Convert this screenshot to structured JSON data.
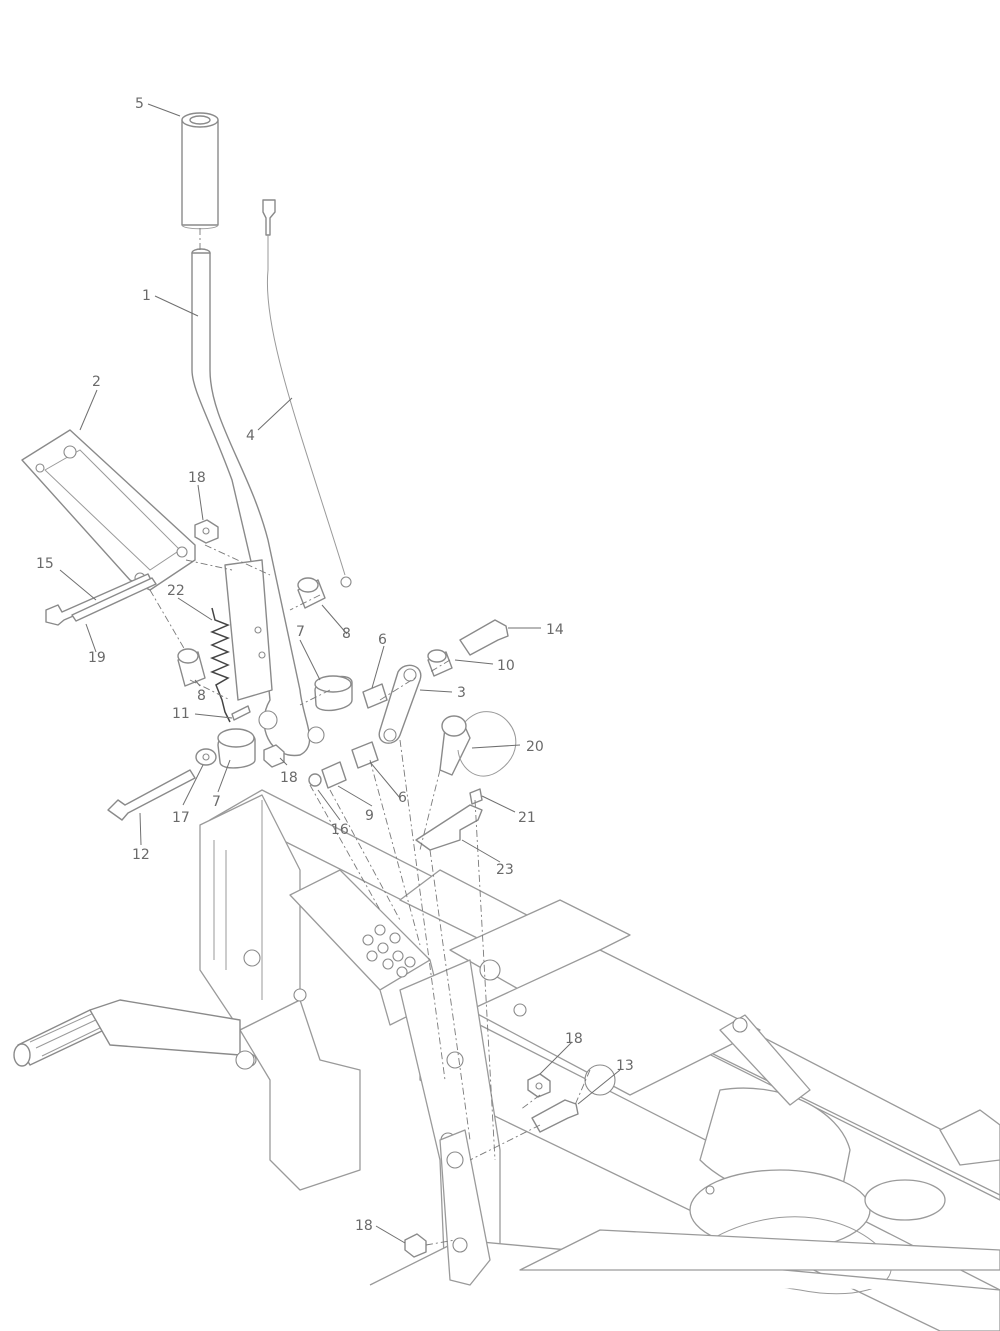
{
  "diagram": {
    "callouts": [
      {
        "id": "c5",
        "label": "5"
      },
      {
        "id": "c1",
        "label": "1"
      },
      {
        "id": "c2",
        "label": "2"
      },
      {
        "id": "c4",
        "label": "4"
      },
      {
        "id": "c18a",
        "label": "18"
      },
      {
        "id": "c15",
        "label": "15"
      },
      {
        "id": "c22",
        "label": "22"
      },
      {
        "id": "c19",
        "label": "19"
      },
      {
        "id": "c8a",
        "label": "8"
      },
      {
        "id": "c7a",
        "label": "7"
      },
      {
        "id": "c8b",
        "label": "8"
      },
      {
        "id": "c6a",
        "label": "6"
      },
      {
        "id": "c14",
        "label": "14"
      },
      {
        "id": "c10",
        "label": "10"
      },
      {
        "id": "c3",
        "label": "3"
      },
      {
        "id": "c8c",
        "label": "8"
      },
      {
        "id": "c11",
        "label": "11"
      },
      {
        "id": "c20",
        "label": "20"
      },
      {
        "id": "c17",
        "label": "17"
      },
      {
        "id": "c7b",
        "label": "7"
      },
      {
        "id": "c18b",
        "label": "18"
      },
      {
        "id": "c16",
        "label": "16"
      },
      {
        "id": "c9",
        "label": "9"
      },
      {
        "id": "c6b",
        "label": "6"
      },
      {
        "id": "c21",
        "label": "21"
      },
      {
        "id": "c12",
        "label": "12"
      },
      {
        "id": "c23",
        "label": "23"
      },
      {
        "id": "c18c",
        "label": "18"
      },
      {
        "id": "c13",
        "label": "13"
      },
      {
        "id": "c18d",
        "label": "18"
      }
    ]
  }
}
